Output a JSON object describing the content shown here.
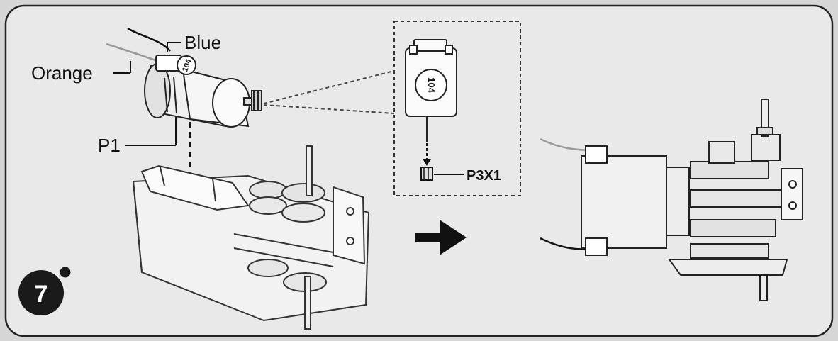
{
  "step": {
    "number": "7"
  },
  "wires": {
    "blue": "Blue",
    "orange": "Orange"
  },
  "parts": {
    "motor": "P1",
    "pinion": "P3X1"
  },
  "motor_code": "104",
  "colors": {
    "background": "#d6d6d6",
    "panel": "#e9e9e9",
    "outline": "#222222",
    "step_badge": "#1a1a1a"
  },
  "icons": {
    "step": "step-badge-icon",
    "arrow": "right-arrow-icon",
    "motor": "motor-icon",
    "gearbox": "gearbox-icon",
    "assembled": "assembled-gearbox-icon"
  }
}
